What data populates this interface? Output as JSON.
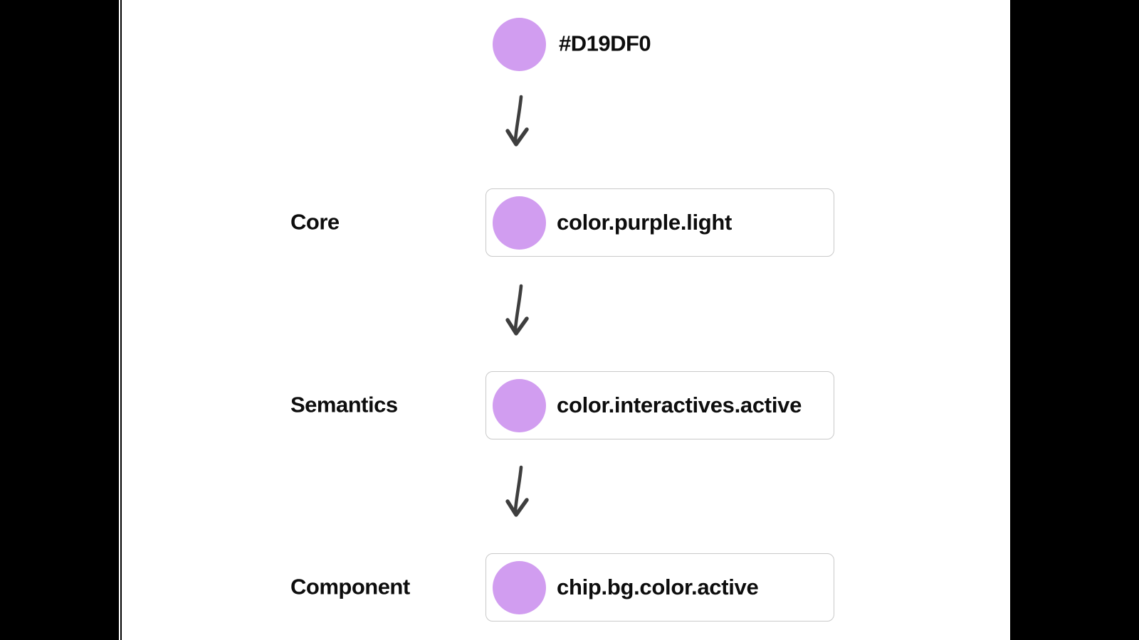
{
  "canvas": {
    "background": "#ffffff",
    "letterbox_color": "#000000"
  },
  "source_swatch": {
    "hex_label": "#D19DF0",
    "color": "#d19df0"
  },
  "tiers": [
    {
      "label": "Core",
      "token": "color.purple.light",
      "swatch_color": "#d19df0"
    },
    {
      "label": "Semantics",
      "token": "color.interactives.active",
      "swatch_color": "#d19df0"
    },
    {
      "label": "Component",
      "token": "chip.bg.color.active",
      "swatch_color": "#d19df0"
    }
  ],
  "icons": {
    "arrow": "hand-drawn-down-arrow"
  },
  "colors": {
    "box_border": "#c9c9c9",
    "arrow": "#3e3e3e",
    "text": "#0d0d0d"
  }
}
